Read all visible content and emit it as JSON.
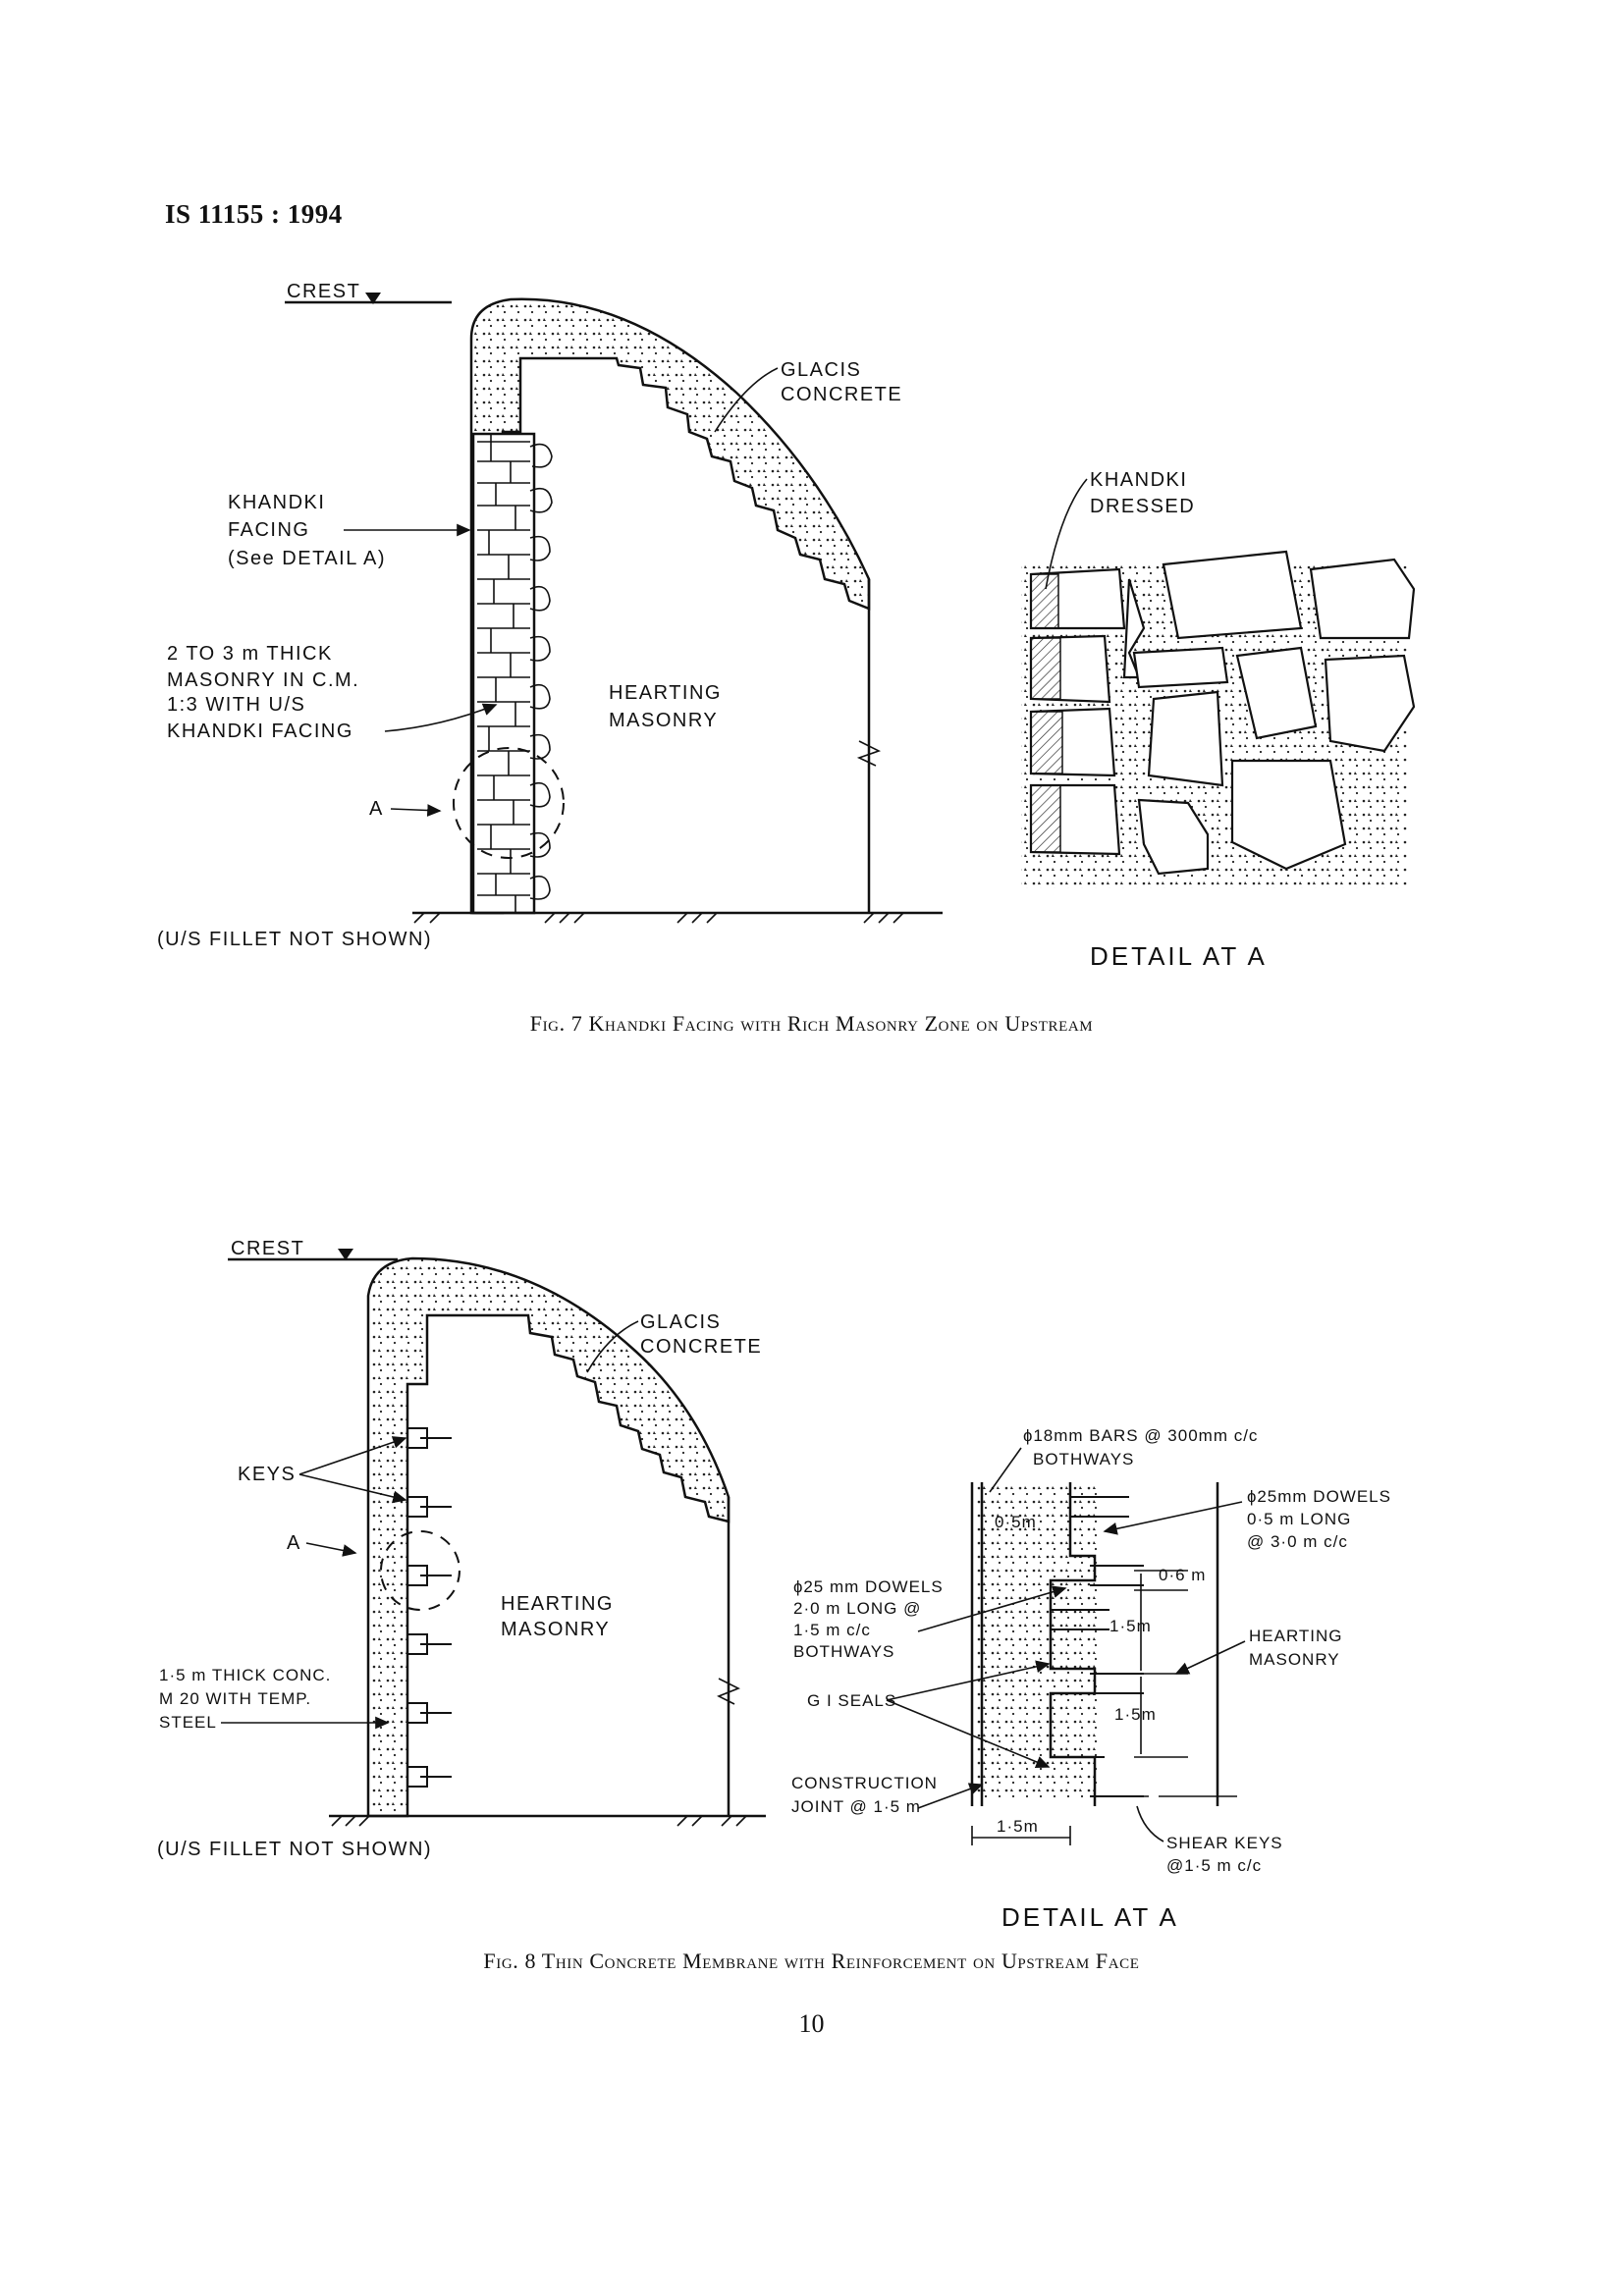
{
  "header": {
    "doc_id": "IS 11155 : 1994"
  },
  "figure7": {
    "caption": "Fig. 7 Khandki Facing with Rich Masonry Zone on Upstream",
    "labels": {
      "crest": "CREST",
      "glacis_1": "GLACIS",
      "glacis_2": "CONCRETE",
      "khandki_facing_1": "KHANDKI",
      "khandki_facing_2": "FACING",
      "khandki_facing_3": "(See DETAIL A)",
      "masonry_1": "2 TO 3 m THICK",
      "masonry_2": "MASONRY IN C.M.",
      "masonry_3": "1:3 WITH U/S",
      "masonry_4": "KHANDKI FACING",
      "hearting_1": "HEARTING",
      "hearting_2": "MASONRY",
      "point_a": "A",
      "fillet_note": "(U/S FILLET NOT SHOWN)",
      "dressed_1": "KHANDKI",
      "dressed_2": "DRESSED",
      "detail_title": "DETAIL AT A"
    }
  },
  "figure8": {
    "caption": "Fig. 8 Thin Concrete Membrane with Reinforcement on Upstream Face",
    "labels": {
      "crest": "CREST",
      "glacis_1": "GLACIS",
      "glacis_2": "CONCRETE",
      "keys": "KEYS",
      "point_a": "A",
      "conc_1": "1·5 m THICK CONC.",
      "conc_2": "M 20 WITH TEMP.",
      "conc_3": "STEEL",
      "hearting_1": "HEARTING",
      "hearting_2": "MASONRY",
      "fillet_note": "(U/S FILLET NOT SHOWN)",
      "bars_1": "ɸ18mm BARS @ 300mm c/c",
      "bars_2": "BOTHWAYS",
      "dowels25_1": "ɸ25mm DOWELS",
      "dowels25_2": "0·5 m LONG",
      "dowels25_3": "@ 3·0 m c/c",
      "dim_05": "0·5m",
      "dim_06": "0·6 m",
      "dim_15a": "1·5m",
      "dim_15b": "1·5m",
      "dim_15c": "1·5m",
      "dowel2_1": "ɸ25 mm DOWELS",
      "dowel2_2": "2·0 m LONG @",
      "dowel2_3": "1·5 m c/c",
      "dowel2_4": "BOTHWAYS",
      "gi_seals": "G I SEALS",
      "cj_1": "CONSTRUCTION",
      "cj_2": "JOINT @ 1·5 m",
      "hearting_r1": "HEARTING",
      "hearting_r2": "MASONRY",
      "shear_1": "SHEAR KEYS",
      "shear_2": "@1·5 m c/c",
      "detail_title": "DETAIL AT A"
    }
  },
  "footer": {
    "page_number": "10"
  }
}
